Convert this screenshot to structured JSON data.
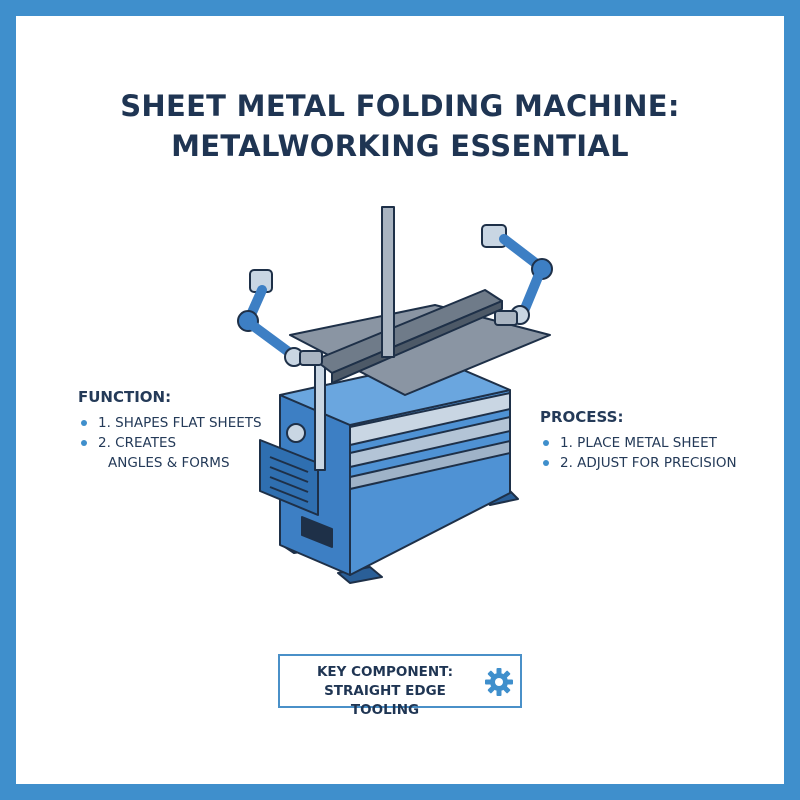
{
  "title": {
    "line1": "SHEET METAL FOLDING MACHINE:",
    "line2": "METALWORKING ESSENTIAL"
  },
  "function_panel": {
    "heading": "FUNCTION:",
    "items": [
      {
        "line1": "1. SHAPES FLAT SHEETS",
        "line2": ""
      },
      {
        "line1": "2. CREATES",
        "line2": "ANGLES & FORMS"
      }
    ]
  },
  "process_panel": {
    "heading": "PROCESS:",
    "items": [
      {
        "line1": "1. PLACE METAL SHEET"
      },
      {
        "line1": "2. ADJUST FOR PRECISION"
      }
    ]
  },
  "key_component": {
    "line1": "KEY COMPONENT:",
    "line2": "STRAIGHT EDGE TOOLING",
    "icon": "gear-icon"
  },
  "colors": {
    "frame": "#3f8fcc",
    "title": "#1f3553",
    "machine_body": "#3d7fc4",
    "machine_dark": "#2a5f98",
    "sheet_metal": "#8a95a3",
    "outline": "#1e3048"
  }
}
